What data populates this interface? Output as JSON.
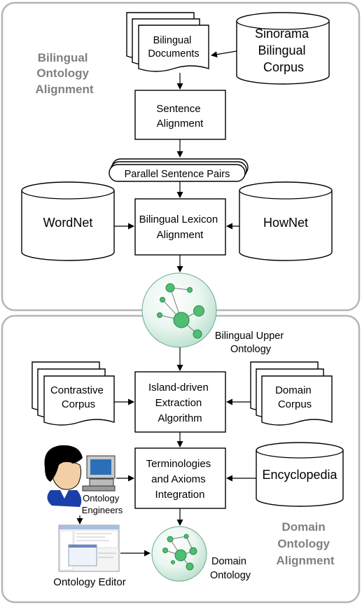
{
  "sections": {
    "top": [
      "Bilingual",
      "Ontology",
      "Alignment"
    ],
    "bottom": [
      "Domain",
      "Ontology",
      "Alignment"
    ]
  },
  "nodes": {
    "bilingual_documents": [
      "Bilingual",
      "Documents"
    ],
    "sinorama": [
      "Sinorama",
      "Bilingual",
      "Corpus"
    ],
    "sentence_alignment": [
      "Sentence",
      "Alignment"
    ],
    "parallel_pairs": "Parallel Sentence Pairs",
    "wordnet": "WordNet",
    "lexicon_alignment": [
      "Bilingual Lexicon",
      "Alignment"
    ],
    "howNet": "HowNet",
    "upper_ontology": [
      "Bilingual Upper",
      "Ontology"
    ],
    "contrastive_corpus": [
      "Contrastive",
      "Corpus"
    ],
    "island_driven": [
      "Island-driven",
      "Extraction",
      "Algorithm"
    ],
    "domain_corpus": [
      "Domain",
      "Corpus"
    ],
    "terminologies": [
      "Terminologies",
      "and Axioms",
      "Integration"
    ],
    "encyclopedia": "Encyclopedia",
    "ontology_engineers": [
      "Ontology",
      "Engineers"
    ],
    "ontology_editor": "Ontology Editor",
    "domain_ontology": [
      "Domain",
      "Ontology"
    ]
  }
}
